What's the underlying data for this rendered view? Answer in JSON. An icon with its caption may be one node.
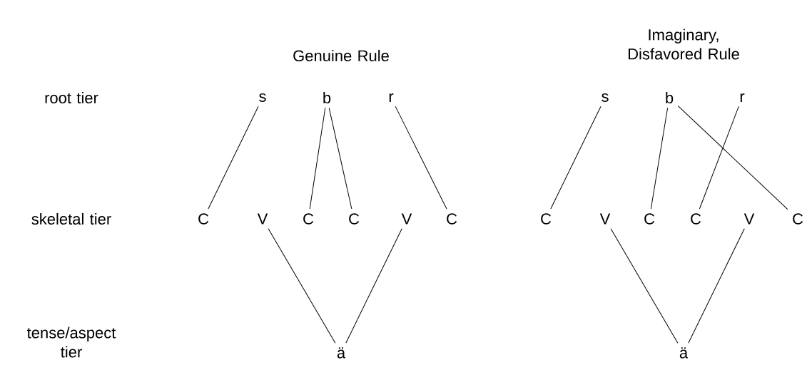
{
  "diagram": {
    "nodes": [
      {
        "text": [
          "s"
        ]
      },
      {
        "text": [
          "b"
        ]
      },
      {
        "text": [
          "r"
        ]
      },
      {
        "text": [
          "C"
        ]
      },
      {
        "text": [
          "V"
        ]
      },
      {
        "text": [
          "C"
        ]
      },
      {
        "text": [
          "C"
        ]
      },
      {
        "text": [
          "V"
        ]
      },
      {
        "text": [
          "C"
        ]
      },
      {
        "text": [
          "ä"
        ]
      },
      {
        "text": [
          "s"
        ]
      },
      {
        "text": [
          "b"
        ]
      },
      {
        "text": [
          "r"
        ]
      },
      {
        "text": [
          "C"
        ]
      },
      {
        "text": [
          "V"
        ]
      },
      {
        "text": [
          "C"
        ]
      },
      {
        "text": [
          "C"
        ]
      },
      {
        "text": [
          "V"
        ]
      },
      {
        "text": [
          "C"
        ]
      },
      {
        "text": [
          "ä"
        ]
      }
    ],
    "edges": [
      {
        "from": 0,
        "to": 3,
        "arrow": "none"
      },
      {
        "from": 1,
        "to": 5,
        "arrow": "none"
      },
      {
        "from": 1,
        "to": 6,
        "arrow": "none"
      },
      {
        "from": 2,
        "to": 8,
        "arrow": "none"
      },
      {
        "from": 4,
        "to": 9,
        "arrow": "none"
      },
      {
        "from": 7,
        "to": 9,
        "arrow": "none"
      },
      {
        "from": 10,
        "to": 13,
        "arrow": "none"
      },
      {
        "from": 11,
        "to": 15,
        "arrow": "none"
      },
      {
        "from": 11,
        "to": 18,
        "arrow": "none"
      },
      {
        "from": 12,
        "to": 16,
        "arrow": "none"
      },
      {
        "from": 14,
        "to": 19,
        "arrow": "none"
      },
      {
        "from": 17,
        "to": 19,
        "arrow": "none"
      }
    ],
    "labels": [
      "Genuine Rule",
      "Imaginary, Disfavored Rule",
      "root tier",
      "skeletal tier",
      "tense/aspect tier"
    ]
  }
}
